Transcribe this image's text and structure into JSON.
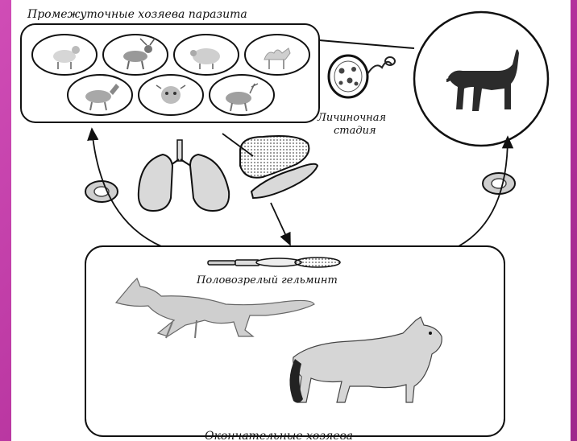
{
  "diagram": {
    "title_intermediate_hosts": "Промежуточные хозяева паразита",
    "label_larval_stage_line1": "Личиночная",
    "label_larval_stage_line2": "стадия",
    "label_adult_helminth": "Половозрелый гельминт",
    "label_definitive_hosts": "Окончательные хозяева"
  },
  "colors": {
    "background_accent": "#c23aa8",
    "panel": "#ffffff",
    "ink": "#111111",
    "organ_fill": "#d9d9d9",
    "egg_fill": "#cfcfcf"
  },
  "icons": {
    "intermediate_hosts": [
      "sheep-icon",
      "goat-icon",
      "pig-icon",
      "camel-icon",
      "horse-icon",
      "cow-icon",
      "deer-icon"
    ],
    "final_hosts": [
      "fox-icon",
      "wolf-icon"
    ],
    "organs": [
      "lungs-icon",
      "liver-icon"
    ]
  }
}
